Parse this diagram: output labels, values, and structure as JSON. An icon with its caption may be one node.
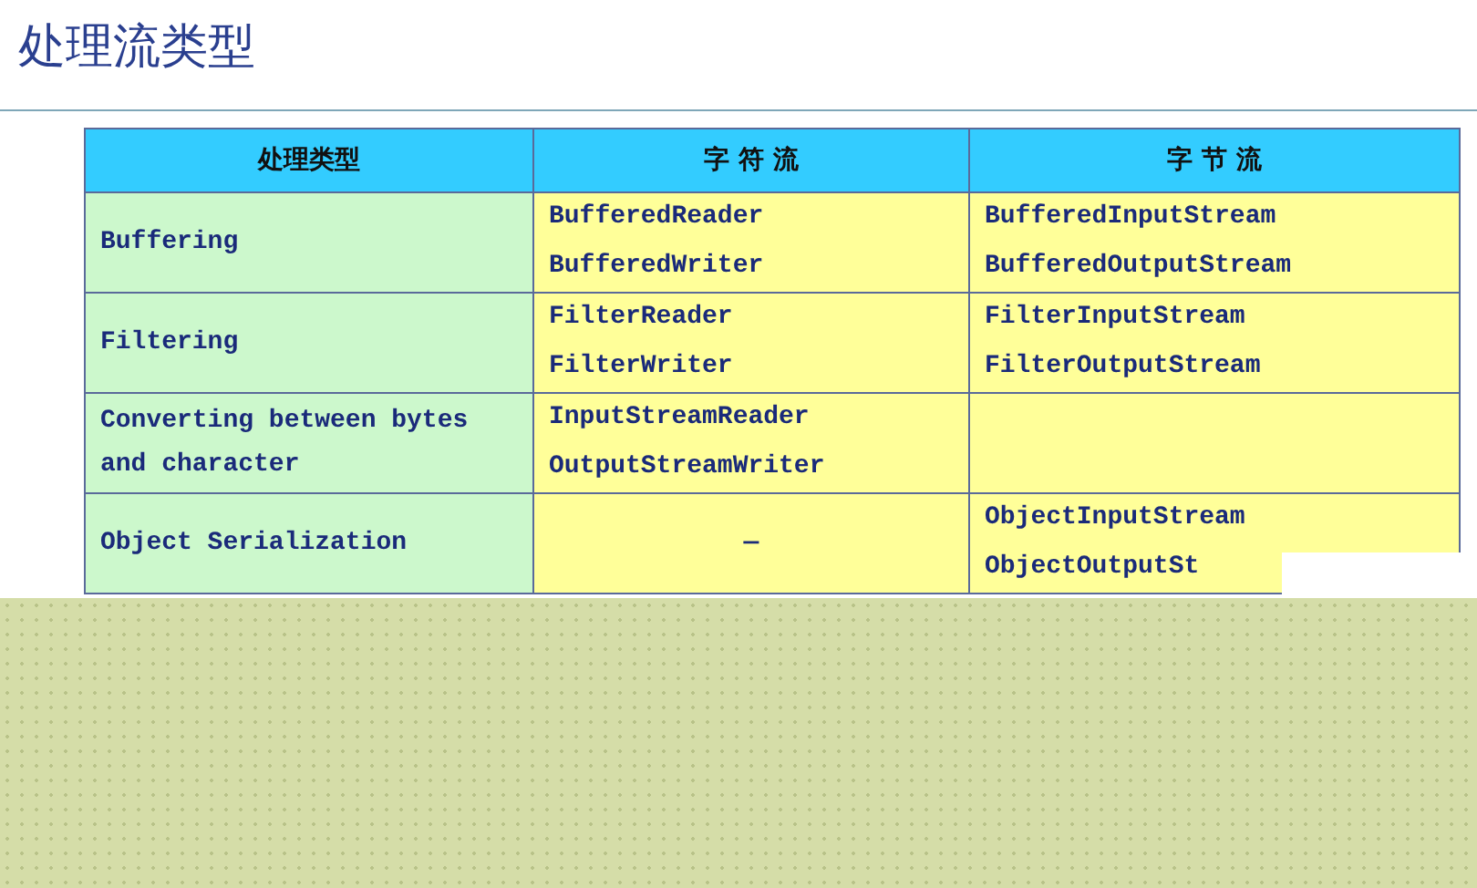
{
  "diagram": {
    "title": "处理流类型",
    "labels": [
      "处理类型",
      "字 符 流",
      "字 节 流",
      "Buffering",
      "BufferedReader",
      "BufferedWriter",
      "BufferedInputStream",
      "BufferedOutputStream",
      "Filtering",
      "FilterReader",
      "FilterWriter",
      "FilterInputStream",
      "FilterOutputStream",
      "Converting between bytes and character",
      "InputStreamReader",
      "OutputStreamWriter",
      "Object Serialization",
      "—",
      "ObjectInputStream",
      "ObjectOutputSt"
    ]
  }
}
